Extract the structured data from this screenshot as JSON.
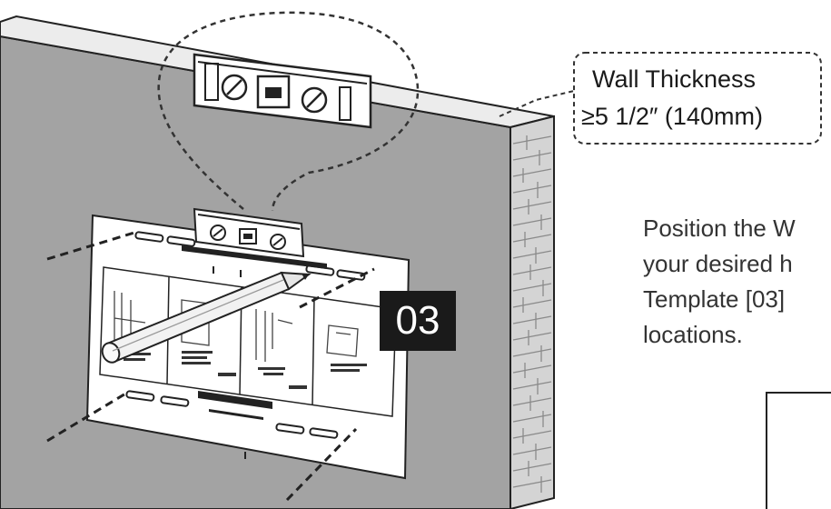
{
  "callout": {
    "line1": "Wall Thickness",
    "line2": "≥5 1/2″ (140mm)"
  },
  "instruction": {
    "lines": [
      "Position the W",
      "your desired h",
      "Template [03]",
      "locations."
    ]
  },
  "step_badge": "03",
  "colors": {
    "wall_face": "#a3a3a3",
    "wall_top": "#ececec",
    "brick": "#cfcfcf",
    "template": "#ffffff",
    "badge": "#1a1a1a",
    "line": "#1a1a1a"
  },
  "icons": [
    "bubble-level-icon",
    "pencil-icon",
    "template-sheet-icon"
  ]
}
